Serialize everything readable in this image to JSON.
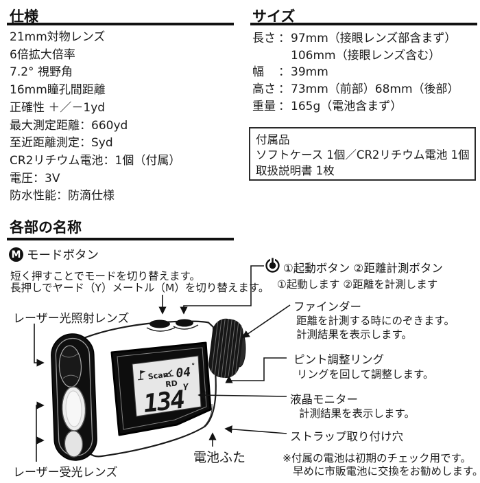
{
  "spec": {
    "title": "仕様",
    "items": [
      "21mm対物レンズ",
      "6倍拡大倍率",
      "7.2° 視野角",
      "16mm瞳孔間距離",
      "正確性 ＋／－1yd",
      "最大測定距離：660yd",
      "至近距離測定：Syd",
      "CR2リチウム電池：1個（付属）",
      "電圧：3V",
      "防水性能：防滴仕様"
    ]
  },
  "size": {
    "title": "サイズ",
    "rows": [
      {
        "label": "長さ",
        "colon": "：",
        "value": "97mm（接眼レンズ部含まず）"
      },
      {
        "label": "",
        "colon": "",
        "value": "106mm（接眼レンズ含む）"
      },
      {
        "label": "幅",
        "colon": "：",
        "value": "39mm"
      },
      {
        "label": "高さ",
        "colon": "：",
        "value": "73mm（前部）68mm（後部）"
      },
      {
        "label": "重量",
        "colon": "：",
        "value": "165g（電池含まず）"
      }
    ]
  },
  "accessories": {
    "title": "付属品",
    "line1": "ソフトケース 1個／CR2リチウム電池 1個",
    "line2": "取扱説明書 1枚"
  },
  "parts": {
    "title": "各部の名称",
    "mode_button": {
      "icon": "M",
      "label": "モードボタン",
      "desc1": "短く押すことでモードを切り替えます。",
      "desc2": "長押しでヤード（Y）メートル（M）を切り替えます。"
    },
    "power_button": {
      "label": "①起動ボタン ②距離計測ボタン",
      "desc": "①起動します ②距離を計測します"
    },
    "finder": {
      "label": "ファインダー",
      "desc1": "距離を計測する時にのぞきます。",
      "desc2": "計測結果を表示します。"
    },
    "focus_ring": {
      "label": "ピント調整リング",
      "desc": "リングを回して調整します。"
    },
    "lcd_monitor": {
      "label": "液晶モニター",
      "desc": "計測結果を表示します。"
    },
    "strap": {
      "label": "ストラップ取り付け穴"
    },
    "battery_cover": {
      "label": "電池ふた"
    },
    "laser_emit": {
      "label": "レーザー光照射レンズ"
    },
    "laser_receive": {
      "label": "レーザー受光レンズ"
    },
    "note1": "※付属の電池は初期のチェック用です。",
    "note2": "早めに市販電池に交換をお勧めします。"
  },
  "lcd": {
    "scan": "Scan",
    "angle_value": "04",
    "degree": "°",
    "mode": "RD",
    "distance": "134",
    "unit": "Y"
  },
  "colors": {
    "ink": "#111111",
    "lcd_bg": "#e7e7e7"
  }
}
